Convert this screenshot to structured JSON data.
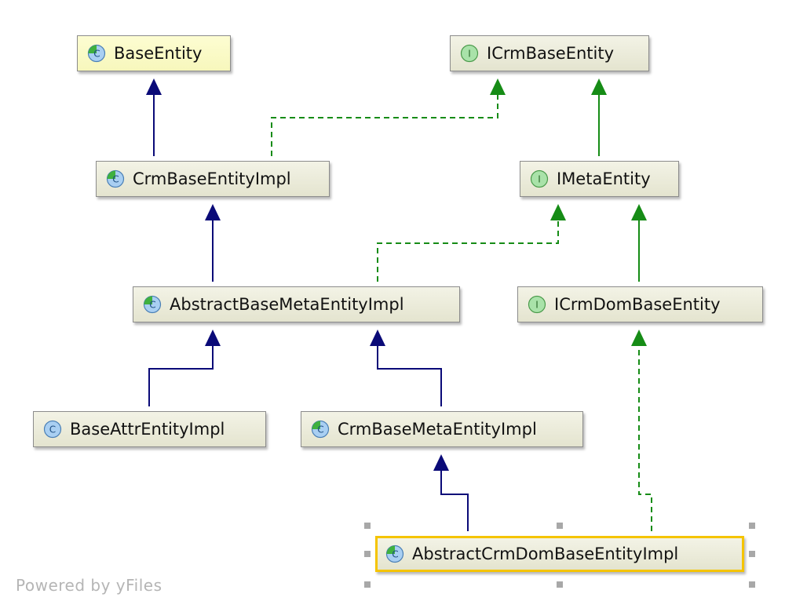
{
  "diagram": {
    "nodes": [
      {
        "id": "BaseEntity",
        "label": "BaseEntity",
        "kind": "abstract-class",
        "icon": "abstract-class-icon"
      },
      {
        "id": "ICrmBaseEntity",
        "label": "ICrmBaseEntity",
        "kind": "interface",
        "icon": "interface-icon"
      },
      {
        "id": "CrmBaseEntityImpl",
        "label": "CrmBaseEntityImpl",
        "kind": "abstract-class",
        "icon": "abstract-class-icon"
      },
      {
        "id": "IMetaEntity",
        "label": "IMetaEntity",
        "kind": "interface",
        "icon": "interface-icon"
      },
      {
        "id": "AbstractBaseMetaEntityImpl",
        "label": "AbstractBaseMetaEntityImpl",
        "kind": "abstract-class",
        "icon": "abstract-class-icon"
      },
      {
        "id": "ICrmDomBaseEntity",
        "label": "ICrmDomBaseEntity",
        "kind": "interface",
        "icon": "interface-icon"
      },
      {
        "id": "BaseAttrEntityImpl",
        "label": "BaseAttrEntityImpl",
        "kind": "class",
        "icon": "class-icon"
      },
      {
        "id": "CrmBaseMetaEntityImpl",
        "label": "CrmBaseMetaEntityImpl",
        "kind": "abstract-class",
        "icon": "abstract-class-icon"
      },
      {
        "id": "AbstractCrmDomBaseEntityImpl",
        "label": "AbstractCrmDomBaseEntityImpl",
        "kind": "abstract-class",
        "icon": "abstract-class-icon",
        "selected": true
      }
    ],
    "edges": [
      {
        "from": "CrmBaseEntityImpl",
        "to": "BaseEntity",
        "type": "extends"
      },
      {
        "from": "CrmBaseEntityImpl",
        "to": "ICrmBaseEntity",
        "type": "implements"
      },
      {
        "from": "IMetaEntity",
        "to": "ICrmBaseEntity",
        "type": "interface-extends"
      },
      {
        "from": "AbstractBaseMetaEntityImpl",
        "to": "CrmBaseEntityImpl",
        "type": "extends"
      },
      {
        "from": "AbstractBaseMetaEntityImpl",
        "to": "IMetaEntity",
        "type": "implements"
      },
      {
        "from": "ICrmDomBaseEntity",
        "to": "IMetaEntity",
        "type": "interface-extends"
      },
      {
        "from": "BaseAttrEntityImpl",
        "to": "AbstractBaseMetaEntityImpl",
        "type": "extends"
      },
      {
        "from": "CrmBaseMetaEntityImpl",
        "to": "AbstractBaseMetaEntityImpl",
        "type": "extends"
      },
      {
        "from": "AbstractCrmDomBaseEntityImpl",
        "to": "CrmBaseMetaEntityImpl",
        "type": "extends"
      },
      {
        "from": "AbstractCrmDomBaseEntityImpl",
        "to": "ICrmDomBaseEntity",
        "type": "implements"
      }
    ]
  },
  "colors": {
    "extends": "#0a0a78",
    "implements": "#168c16",
    "selection": "#f5c400"
  },
  "watermark": "Powered by yFiles"
}
